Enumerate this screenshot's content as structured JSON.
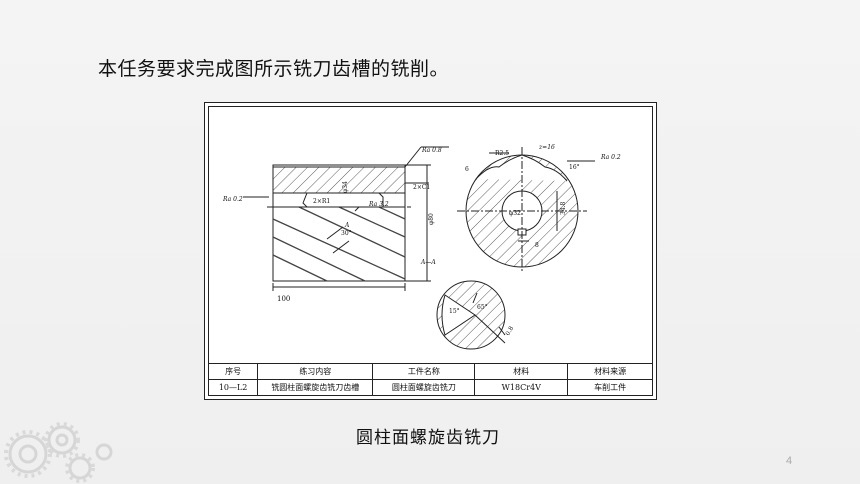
{
  "slide": {
    "intro_text": "本任务要求完成图所示铣刀齿槽的铣削。",
    "caption": "圆柱面螺旋齿铣刀",
    "page_number": "4"
  },
  "drawing": {
    "left_view": {
      "ra_top": "Ra 0.8",
      "ra_left": "Ra 0.2",
      "ra_bore": "Ra 3.2",
      "chamfer": "2×C1",
      "radius": "2×R1",
      "bore_dia": "φ34",
      "outer_dia": "φ80",
      "angle": "30°",
      "section_mark": "A",
      "length": "100"
    },
    "right_view": {
      "radius": "R2.5",
      "teeth": "z=16",
      "depth": "6",
      "angle": "16°",
      "ra": "Ra 0.2",
      "bore_dia": "φ32",
      "keyway_depth": "34.8",
      "key_width": "8",
      "section_label": "A—A"
    },
    "detail_view": {
      "angle_large": "65°",
      "angle_small": "15°",
      "edge": "0.8"
    },
    "title_block": {
      "headers": [
        "序号",
        "练习内容",
        "工件名称",
        "材料",
        "材料来源"
      ],
      "row": [
        "10—L2",
        "铣圆柱面螺旋齿铣刀齿槽",
        "圆柱面螺旋齿铣刀",
        "W18Cr4V",
        "车削工件"
      ]
    }
  }
}
